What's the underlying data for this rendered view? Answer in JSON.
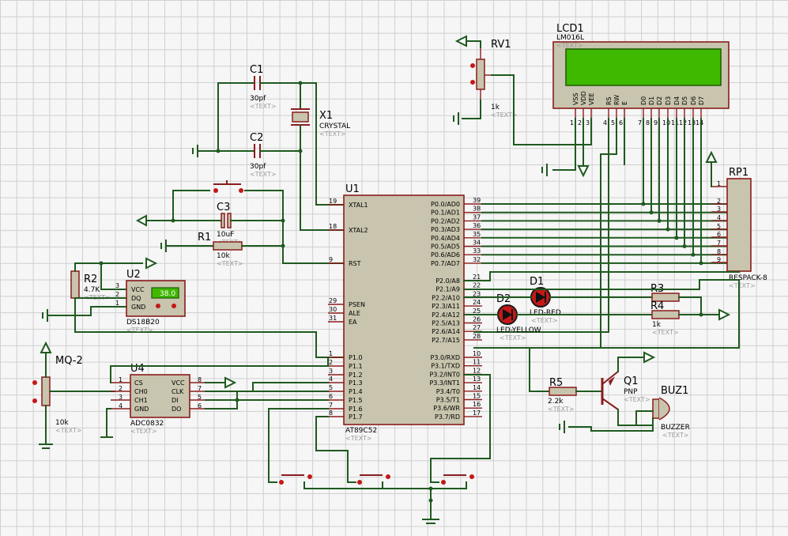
{
  "components": {
    "lcd1": {
      "ref": "LCD1",
      "model": "LM016L",
      "text": "<TEXT>",
      "pins": [
        "VSS",
        "VDD",
        "VEE",
        "RS",
        "RW",
        "E",
        "D0",
        "D1",
        "D2",
        "D3",
        "D4",
        "D5",
        "D6",
        "D7"
      ],
      "pin_numbers": [
        "1",
        "2",
        "3",
        "4",
        "5",
        "6",
        "7",
        "8",
        "9",
        "10",
        "11",
        "12",
        "13",
        "14"
      ]
    },
    "rv1": {
      "ref": "RV1",
      "value": "1k",
      "text": "<TEXT>"
    },
    "c1": {
      "ref": "C1",
      "value": "30pf",
      "text": "<TEXT>"
    },
    "c2": {
      "ref": "C2",
      "value": "30pf",
      "text": "<TEXT>"
    },
    "x1": {
      "ref": "X1",
      "value": "CRYSTAL",
      "text": "<TEXT>"
    },
    "c3": {
      "ref": "C3",
      "value": "10uF",
      "text": "<TEXT>"
    },
    "r1": {
      "ref": "R1",
      "value": "10k",
      "text": "<TEXT>"
    },
    "r2": {
      "ref": "R2",
      "value": "4.7K",
      "text": "<TEXT>"
    },
    "u2": {
      "ref": "U2",
      "model": "DS18B20",
      "text": "<TEXT>",
      "display": "38.0",
      "pins": [
        "VCC",
        "DQ",
        "GND"
      ],
      "pin_numbers": [
        "3",
        "2",
        "1"
      ]
    },
    "mq2": {
      "ref": "MQ-2",
      "value": "10k",
      "text": "<TEXT>"
    },
    "u4": {
      "ref": "U4",
      "model": "ADC0832",
      "text": "<TEXT>",
      "left_pins": [
        "CS",
        "CH0",
        "CH1",
        "GND"
      ],
      "left_numbers": [
        "1",
        "2",
        "3",
        "4"
      ],
      "right_pins": [
        "VCC",
        "CLK",
        "DI",
        "DO"
      ],
      "right_numbers": [
        "8",
        "7",
        "5",
        "6"
      ]
    },
    "u1": {
      "ref": "U1",
      "model": "AT89C52",
      "text": "<TEXT>",
      "left_pins": [
        {
          "name": "XTAL1",
          "num": "19"
        },
        {
          "name": "XTAL2",
          "num": "18"
        },
        {
          "name": "RST",
          "num": "9"
        },
        {
          "name": "PSEN",
          "num": "29"
        },
        {
          "name": "ALE",
          "num": "30"
        },
        {
          "name": "EA",
          "num": "31"
        },
        {
          "name": "P1.0",
          "num": "1"
        },
        {
          "name": "P1.1",
          "num": "2"
        },
        {
          "name": "P1.2",
          "num": "3"
        },
        {
          "name": "P1.3",
          "num": "4"
        },
        {
          "name": "P1.4",
          "num": "5"
        },
        {
          "name": "P1.5",
          "num": "6"
        },
        {
          "name": "P1.6",
          "num": "7"
        },
        {
          "name": "P1.7",
          "num": "8"
        }
      ],
      "right_p0": [
        {
          "name": "P0.0/AD0",
          "num": "39"
        },
        {
          "name": "P0.1/AD1",
          "num": "38"
        },
        {
          "name": "P0.2/AD2",
          "num": "37"
        },
        {
          "name": "P0.3/AD3",
          "num": "36"
        },
        {
          "name": "P0.4/AD4",
          "num": "35"
        },
        {
          "name": "P0.5/AD5",
          "num": "34"
        },
        {
          "name": "P0.6/AD6",
          "num": "33"
        },
        {
          "name": "P0.7/AD7",
          "num": "32"
        }
      ],
      "right_p2": [
        {
          "name": "P2.0/A8",
          "num": "21"
        },
        {
          "name": "P2.1/A9",
          "num": "22"
        },
        {
          "name": "P2.2/A10",
          "num": "23"
        },
        {
          "name": "P2.3/A11",
          "num": "24"
        },
        {
          "name": "P2.4/A12",
          "num": "25"
        },
        {
          "name": "P2.5/A13",
          "num": "26"
        },
        {
          "name": "P2.6/A14",
          "num": "27"
        },
        {
          "name": "P2.7/A15",
          "num": "28"
        }
      ],
      "right_p3": [
        {
          "name": "P3.0/RXD",
          "num": "10"
        },
        {
          "name": "P3.1/TXD",
          "num": "11"
        },
        {
          "name": "P3.2/INT0",
          "num": "12"
        },
        {
          "name": "P3.3/INT1",
          "num": "13"
        },
        {
          "name": "P3.4/T0",
          "num": "14"
        },
        {
          "name": "P3.5/T1",
          "num": "15"
        },
        {
          "name": "P3.6/WR",
          "num": "16"
        },
        {
          "name": "P3.7/RD",
          "num": "17"
        }
      ]
    },
    "rp1": {
      "ref": "RP1",
      "model": "RESPACK-8",
      "text": "<TEXT>",
      "pin_numbers": [
        "1",
        "2",
        "3",
        "4",
        "5",
        "6",
        "7",
        "8",
        "9"
      ]
    },
    "d1": {
      "ref": "D1",
      "model": "LED-RED",
      "text": "<TEXT>"
    },
    "d2": {
      "ref": "D2",
      "model": "LED-YELLOW",
      "text": "<TEXT>"
    },
    "r3": {
      "ref": "R3",
      "value": "",
      "text": ""
    },
    "r4": {
      "ref": "R4",
      "value": "1k",
      "text": "<TEXT>"
    },
    "r5": {
      "ref": "R5",
      "value": "2.2k",
      "text": "<TEXT>"
    },
    "q1": {
      "ref": "Q1",
      "model": "PNP",
      "text": "<TEXT>"
    },
    "buz1": {
      "ref": "BUZ1",
      "model": "BUZZER",
      "text": "<TEXT>"
    }
  },
  "colors": {
    "wire": "#1f5a1f",
    "component": "#8a1c1c",
    "body": "#c8c4ad",
    "grid": "#cfcfcf",
    "led": "#c41818",
    "lcd_screen": "#3fb800"
  }
}
